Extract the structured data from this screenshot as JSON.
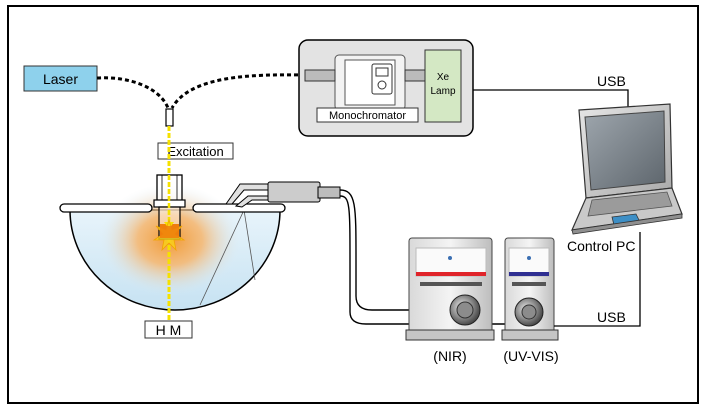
{
  "labels": {
    "laser": "Laser",
    "monochromator": "Monochromator",
    "lamp_line1": "Xe",
    "lamp_line2": "Lamp",
    "excitation": "Excitation",
    "hm": "H M",
    "usb_top": "USB",
    "usb_bottom": "USB",
    "control_pc": "Control PC",
    "nir": "(NIR)",
    "uv_vis": "(UV-VIS)"
  },
  "colors": {
    "laser_box": "#8ed1ec",
    "lamp_box": "#d4e8c4",
    "beam": "#f5e100",
    "glow": "#f29a35",
    "sample": "#ef7d0c",
    "hemisphere": "#d7ecf7",
    "nir_stripe": "#e0242a",
    "uvvis_stripe": "#2f2f92"
  }
}
